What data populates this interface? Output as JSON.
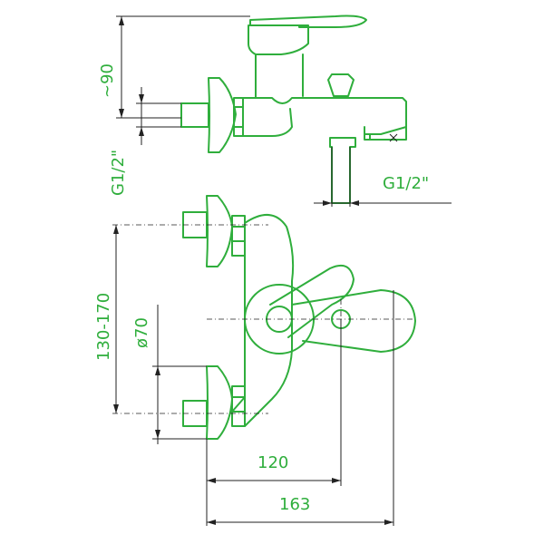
{
  "colors": {
    "outline": "#2fae3c",
    "dimension_line": "#222222",
    "dimension_text": "#2fae3c",
    "background": "#ffffff"
  },
  "dimensions": {
    "height_approx": "~90",
    "inlet_thread_left": "G1/2\"",
    "outlet_thread": "G1/2\"",
    "connection_spacing": "130-170",
    "rosette_diameter": "ø70",
    "width_120": "120",
    "width_163": "163"
  }
}
